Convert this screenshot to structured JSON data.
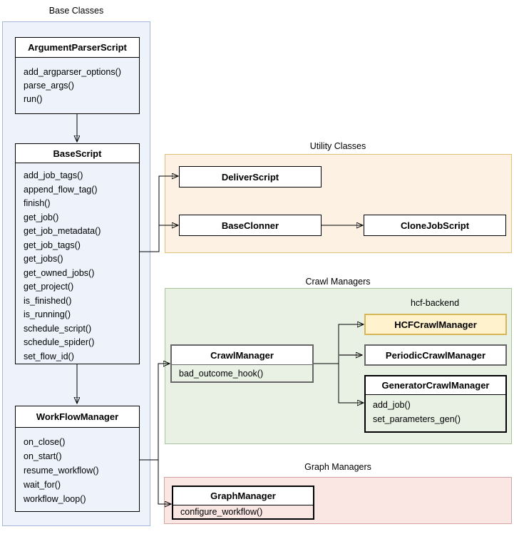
{
  "titles": {
    "base": "Base Classes",
    "utility": "Utility Classes",
    "crawl": "Crawl Managers",
    "hcf_backend": "hcf-backend",
    "graph": "Graph Managers"
  },
  "classes": {
    "argument_parser_script": {
      "name": "ArgumentParserScript",
      "methods": [
        "add_argparser_options()",
        "parse_args()",
        "run()"
      ]
    },
    "base_script": {
      "name": "BaseScript",
      "methods": [
        "add_job_tags()",
        "append_flow_tag()",
        "finish()",
        "get_job()",
        "get_job_metadata()",
        "get_job_tags()",
        "get_jobs()",
        "get_owned_jobs()",
        "get_project()",
        "is_finished()",
        "is_running()",
        "schedule_script()",
        "schedule_spider()",
        "set_flow_id()"
      ]
    },
    "workflow_manager": {
      "name": "WorkFlowManager",
      "methods": [
        "on_close()",
        "on_start()",
        "resume_workflow()",
        "wait_for()",
        "workflow_loop()"
      ]
    },
    "deliver_script": {
      "name": "DeliverScript"
    },
    "base_clonner": {
      "name": "BaseClonner"
    },
    "clone_job_script": {
      "name": "CloneJobScript"
    },
    "crawl_manager": {
      "name": "CrawlManager",
      "methods": [
        "bad_outcome_hook()"
      ]
    },
    "hcf_crawl_manager": {
      "name": "HCFCrawlManager"
    },
    "periodic_crawl_manager": {
      "name": "PeriodicCrawlManager"
    },
    "generator_crawl_manager": {
      "name": "GeneratorCrawlManager",
      "methods": [
        "add_job()",
        "set_parameters_gen()"
      ]
    },
    "graph_manager": {
      "name": "GraphManager",
      "methods": [
        "configure_workflow()"
      ]
    }
  },
  "edges": [
    {
      "from": "ArgumentParserScript",
      "to": "BaseScript"
    },
    {
      "from": "BaseScript",
      "to": "DeliverScript"
    },
    {
      "from": "BaseScript",
      "to": "BaseClonner"
    },
    {
      "from": "BaseClonner",
      "to": "CloneJobScript"
    },
    {
      "from": "BaseScript",
      "to": "WorkFlowManager"
    },
    {
      "from": "WorkFlowManager",
      "to": "CrawlManager"
    },
    {
      "from": "WorkFlowManager",
      "to": "GraphManager"
    },
    {
      "from": "CrawlManager",
      "to": "HCFCrawlManager"
    },
    {
      "from": "CrawlManager",
      "to": "PeriodicCrawlManager"
    },
    {
      "from": "CrawlManager",
      "to": "GeneratorCrawlManager"
    }
  ],
  "colors": {
    "base_group_fill": "#EDF2FB",
    "base_group_border": "#A3B8D8",
    "utility_group_fill": "#FDF1E3",
    "utility_group_border": "#E0C17A",
    "crawl_group_fill": "#E9F1E5",
    "crawl_group_border": "#A9C69B",
    "graph_group_fill": "#FAE6E3",
    "graph_group_border": "#D5A3A1",
    "hcf_box_fill": "#FFF2CC",
    "hcf_box_border": "#D6B656",
    "gray_stroke": "#666666",
    "black_stroke": "#000000"
  }
}
